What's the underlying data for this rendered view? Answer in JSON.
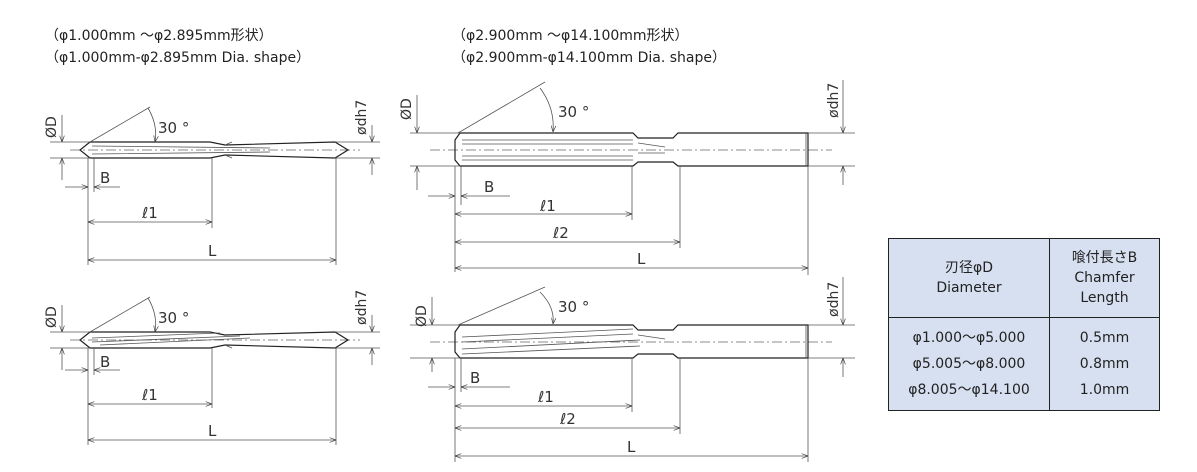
{
  "captions": {
    "small": {
      "jp": "（φ1.000mm ～φ2.895mm形状）",
      "en": "（φ1.000mm-φ2.895mm Dia. shape）"
    },
    "large": {
      "jp": "（φ2.900mm ～φ14.100mm形状）",
      "en": "（φ2.900mm-φ14.100mm Dia. shape）"
    }
  },
  "labels": {
    "od": "ØD",
    "odh7": "ødh7",
    "angle": "30 °",
    "b": "B",
    "l1": "ℓ1",
    "l2": "ℓ2",
    "L": "L"
  },
  "table": {
    "headers": {
      "diameter_jp": "刃径φD",
      "diameter_en": "Diameter",
      "chamfer_jp": "喰付長さB",
      "chamfer_en1": "Chamfer",
      "chamfer_en2": "Length"
    },
    "rows": [
      {
        "range": "φ1.000～φ5.000",
        "length": "0.5mm"
      },
      {
        "range": "φ5.005～φ8.000",
        "length": "0.8mm"
      },
      {
        "range": "φ8.005～φ14.100",
        "length": "1.0mm"
      }
    ],
    "bg_color": "#d6e0f0"
  }
}
